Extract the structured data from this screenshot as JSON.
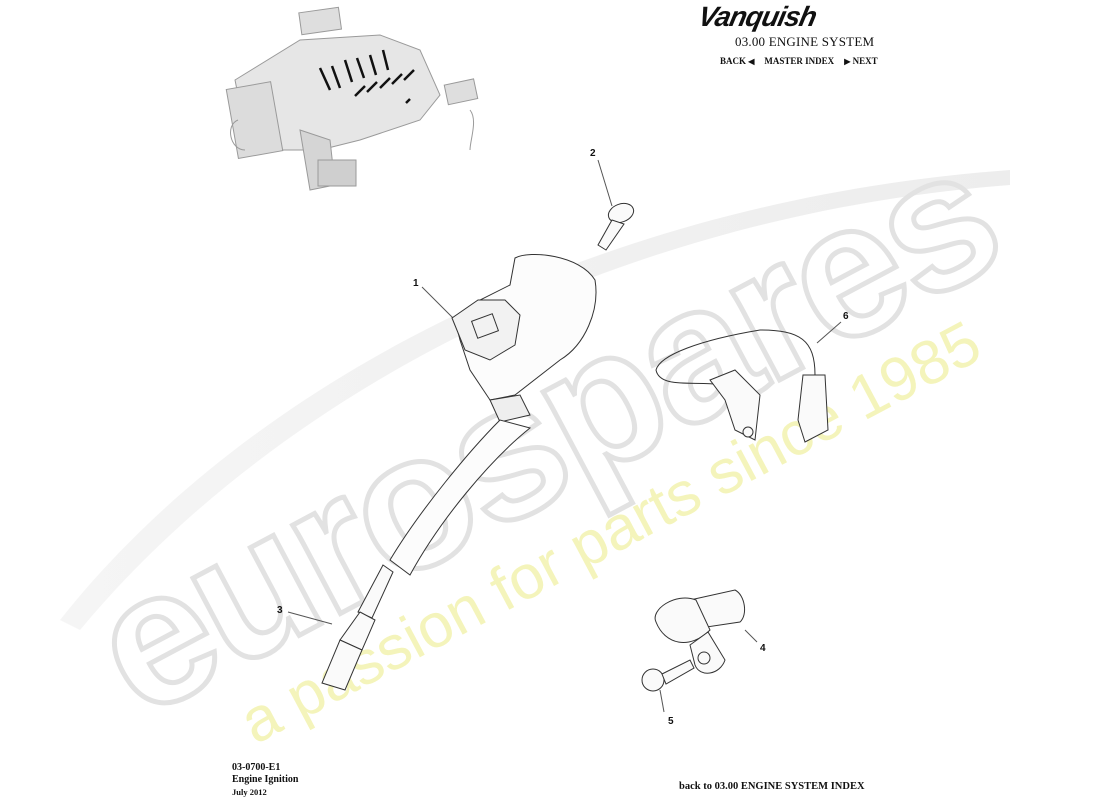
{
  "header": {
    "brand": "Vanquish",
    "section_title": "03.00 ENGINE SYSTEM",
    "nav": {
      "back": "BACK",
      "back_icon": "triangle-left",
      "master_index": "MASTER INDEX",
      "next_icon": "triangle-right",
      "next": "NEXT"
    }
  },
  "diagram": {
    "overview_image": "engine-overview-thumbnail",
    "callouts": [
      {
        "number": "1",
        "part": "ignition-coil"
      },
      {
        "number": "2",
        "part": "screw"
      },
      {
        "number": "3",
        "part": "spark-plug"
      },
      {
        "number": "4",
        "part": "sensor"
      },
      {
        "number": "5",
        "part": "bolt"
      },
      {
        "number": "6",
        "part": "sensor-harness"
      }
    ],
    "callout_1": "1",
    "callout_2": "2",
    "callout_3": "3",
    "callout_4": "4",
    "callout_5": "5",
    "callout_6": "6"
  },
  "watermark": {
    "brand_text": "eurospares",
    "tagline": "a passion for parts since 1985",
    "tagline_color": "#f2f2a0",
    "brand_color": "#e8e8e8"
  },
  "footer": {
    "code": "03-0700-E1",
    "name": "Engine Ignition",
    "date": "July 2012",
    "back_link": "back to 03.00 ENGINE SYSTEM INDEX"
  }
}
